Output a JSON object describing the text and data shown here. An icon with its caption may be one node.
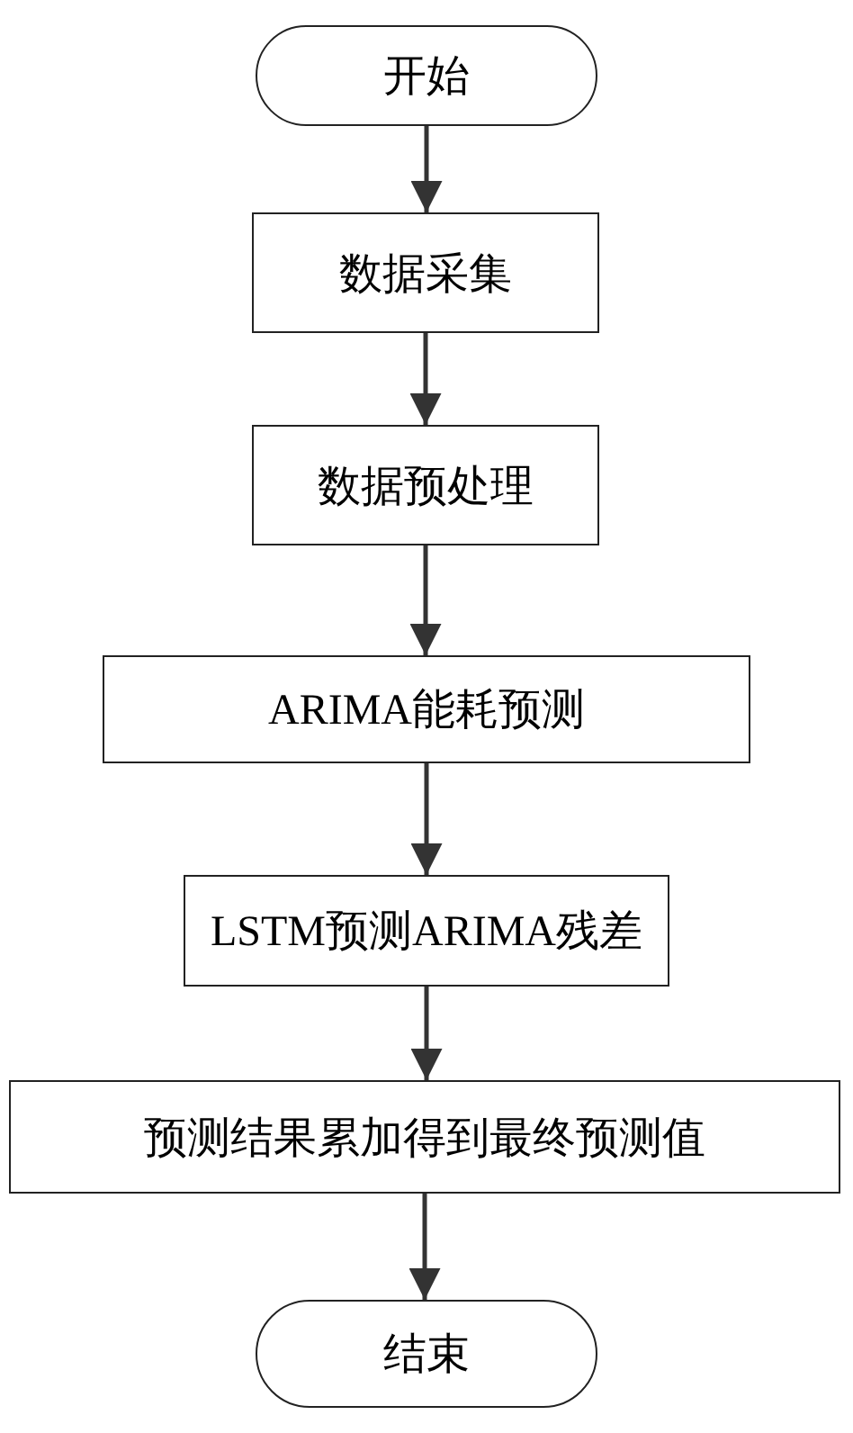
{
  "diagram": {
    "nodes": [
      {
        "text": [
          "开始"
        ]
      },
      {
        "text": [
          "数据采集"
        ]
      },
      {
        "text": [
          "数据预处理"
        ]
      },
      {
        "text": [
          "ARIMA能耗预测"
        ]
      },
      {
        "text": [
          "LSTM预测ARIMA残差"
        ]
      },
      {
        "text": [
          "预测结果累加得到最终预测值"
        ]
      },
      {
        "text": [
          "结束"
        ]
      }
    ],
    "edges": [
      {
        "from": 0,
        "to": 1,
        "arrow": "to"
      },
      {
        "from": 1,
        "to": 2,
        "arrow": "to"
      },
      {
        "from": 2,
        "to": 3,
        "arrow": "to"
      },
      {
        "from": 3,
        "to": 4,
        "arrow": "to"
      },
      {
        "from": 4,
        "to": 5,
        "arrow": "to"
      },
      {
        "from": 5,
        "to": 6,
        "arrow": "to"
      }
    ]
  }
}
